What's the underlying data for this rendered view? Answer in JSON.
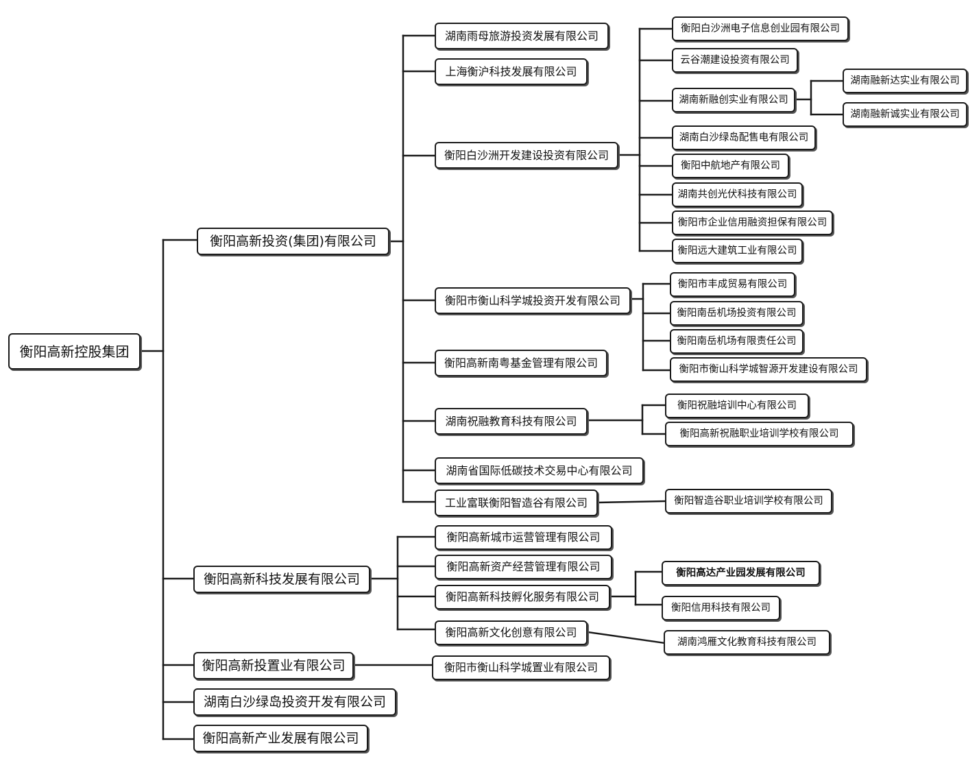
{
  "root": "衡阳高新控股集团",
  "level1": [
    "衡阳高新投资(集团)有限公司",
    "衡阳高新科技发展有限公司",
    "衡阳高新投置业有限公司",
    "湖南白沙绿岛投资开发有限公司",
    "衡阳高新产业发展有限公司"
  ],
  "level2": [
    "湖南雨母旅游投资发展有限公司",
    "上海衡沪科技发展有限公司",
    "衡阳白沙洲开发建设投资有限公司",
    "衡阳市衡山科学城投资开发有限公司",
    "衡阳高新南粤基金管理有限公司",
    "湖南祝融教育科技有限公司",
    "湖南省国际低碳技术交易中心有限公司",
    "工业富联衡阳智造谷有限公司",
    "衡阳高新城市运营管理有限公司",
    "衡阳高新资产经营管理有限公司",
    "衡阳高新科技孵化服务有限公司",
    "衡阳高新文化创意有限公司",
    "衡阳市衡山科学城置业有限公司"
  ],
  "level3": [
    "衡阳白沙洲电子信息创业园有限公司",
    "云谷潮建设投资有限公司",
    "湖南新融创实业有限公司",
    "湖南白沙绿岛配售电有限公司",
    "衡阳中航地产有限公司",
    "湖南共创光伏科技有限公司",
    "衡阳市企业信用融资担保有限公司",
    "衡阳远大建筑工业有限公司",
    "衡阳市丰成贸易有限公司",
    "衡阳南岳机场投资有限公司",
    "衡阳南岳机场有限责任公司",
    "衡阳市衡山科学城智源开发建设有限公司",
    "衡阳祝融培训中心有限公司",
    "衡阳高新祝融职业培训学校有限公司",
    "衡阳智造谷职业培训学校有限公司",
    "衡阳高达产业园发展有限公司",
    "衡阳信用科技有限公司",
    "湖南鸿雁文化教育科技有限公司"
  ],
  "level4": [
    "湖南融新达实业有限公司",
    "湖南融新诚实业有限公司"
  ]
}
